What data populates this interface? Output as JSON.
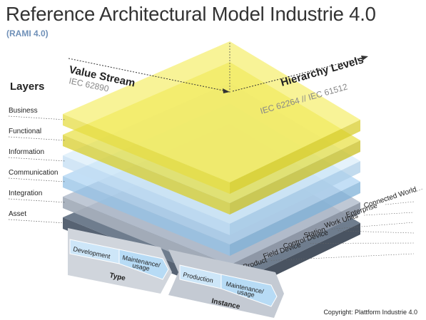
{
  "header": {
    "title": "Reference Architectural Model Industrie 4.0",
    "subtitle": "(RAMI 4.0)"
  },
  "layers_axis": {
    "title": "Layers",
    "items": [
      {
        "label": "Business",
        "color": "#f5ee6b"
      },
      {
        "label": "Functional",
        "color": "#e8df3e"
      },
      {
        "label": "Information",
        "color": "#d9ecfa"
      },
      {
        "label": "Communication",
        "color": "#a9d2f2"
      },
      {
        "label": "Integration",
        "color": "#b8c2d0"
      },
      {
        "label": "Asset",
        "color": "#5f6f82"
      }
    ]
  },
  "value_stream_axis": {
    "title": "Value Stream",
    "standard": "IEC 62890",
    "type_label": "Type",
    "instance_label": "Instance",
    "type_phases": [
      "Development",
      "Maintenance/ usage"
    ],
    "instance_phases": [
      "Production",
      "Maintenance/ usage"
    ]
  },
  "hierarchy_axis": {
    "title": "Hierarchy Levels",
    "standard": "IEC 62264 // IEC 61512",
    "levels": [
      "Product",
      "Field Device",
      "Control Device",
      "Station",
      "Work Units",
      "Enterprise",
      "Connected World"
    ]
  },
  "footer": {
    "copyright": "Copyright: Plattform Industrie 4.0"
  }
}
